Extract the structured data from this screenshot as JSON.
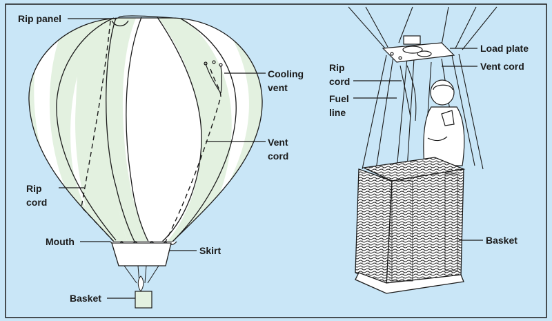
{
  "colors": {
    "background": "#c9e6f7",
    "panel_green": "#e3f1e0",
    "panel_white": "#ffffff",
    "ink": "#1a1a1a",
    "border": "#1a1a1a"
  },
  "labels": {
    "rip_panel": "Rip panel",
    "cooling_vent": [
      "Cooling",
      "vent"
    ],
    "vent_cord_left": [
      "Vent",
      "cord"
    ],
    "rip_cord_left": [
      "Rip",
      "cord"
    ],
    "mouth": "Mouth",
    "skirt": "Skirt",
    "basket_left": "Basket",
    "rip_cord_right": [
      "Rip",
      "cord"
    ],
    "fuel_line": [
      "Fuel",
      "line"
    ],
    "load_plate": "Load plate",
    "vent_cord_right": "Vent cord",
    "basket_right": "Basket"
  }
}
